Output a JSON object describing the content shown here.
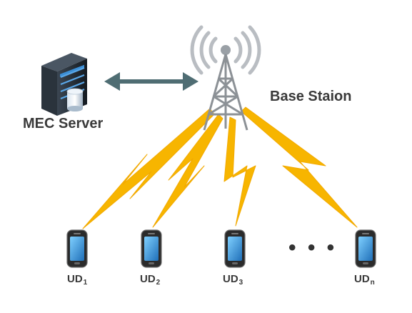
{
  "server": {
    "label": "MEC Server"
  },
  "base_station": {
    "label": "Base Staion"
  },
  "devices": [
    {
      "base": "UD",
      "sub": "1"
    },
    {
      "base": "UD",
      "sub": "2"
    },
    {
      "base": "UD",
      "sub": "3"
    },
    {
      "base": "UD",
      "sub": "n"
    }
  ],
  "ellipsis": "• • •",
  "colors": {
    "bolt": "#f7b500",
    "arrow": "#4f6d73",
    "server": "#1f2833",
    "tower": "#8c9196",
    "phone": "#2b2b2b",
    "screen": "#3a9bd9"
  }
}
